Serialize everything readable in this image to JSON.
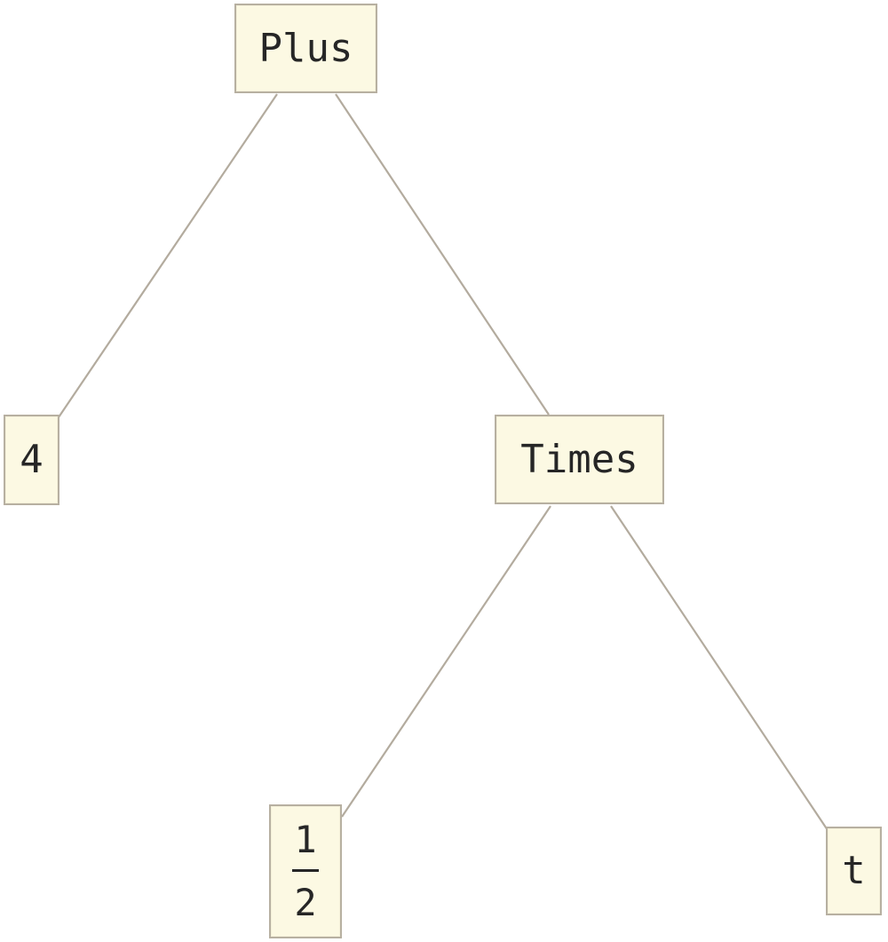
{
  "tree": {
    "root": {
      "label": "Plus",
      "children": [
        {
          "label": "4"
        },
        {
          "label": "Times",
          "children": [
            {
              "fraction": {
                "numerator": "1",
                "denominator": "2"
              }
            },
            {
              "label": "t"
            }
          ]
        }
      ]
    }
  },
  "colors": {
    "node_fill": "#fcf9e3",
    "node_border": "#b7b0a1",
    "edge": "#b3ab9e",
    "text": "#262626"
  }
}
